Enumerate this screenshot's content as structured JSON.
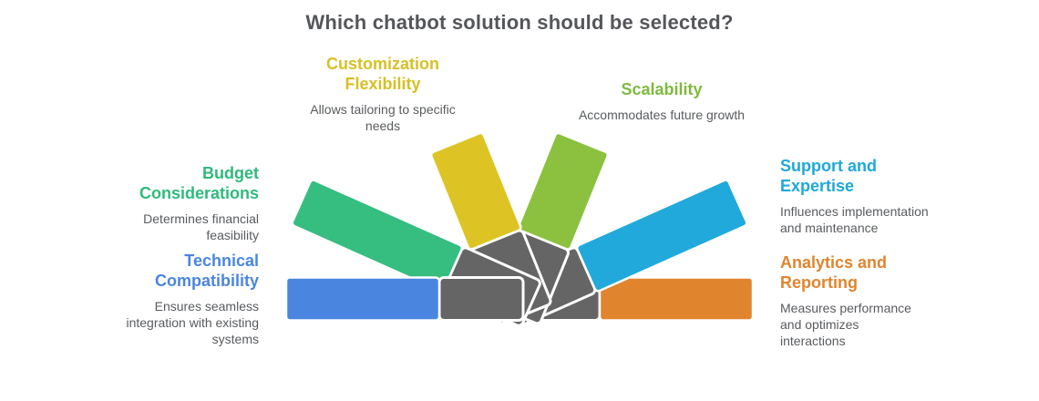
{
  "title": "Which chatbot solution should be selected?",
  "colors": {
    "hub": "#656565",
    "stroke": "#ffffff",
    "title": "#54565a",
    "body": "#595b5e"
  },
  "items": [
    {
      "id": "technical-compatibility",
      "label": "Technical Compatibility",
      "description": "Ensures seamless integration with existing systems",
      "color": "#4a86e0",
      "heading_color": "#4a86e0"
    },
    {
      "id": "budget-considerations",
      "label": "Budget Considerations",
      "description": "Determines financial feasibility",
      "color": "#36bd80",
      "heading_color": "#2eba7c"
    },
    {
      "id": "customization-flexibility",
      "label": "Customization Flexibility",
      "description": "Allows tailoring to specific needs",
      "color": "#ddc424",
      "heading_color": "#d8bf25"
    },
    {
      "id": "scalability",
      "label": "Scalability",
      "description": "Accommodates future growth",
      "color": "#8cc13f",
      "heading_color": "#7eba3d"
    },
    {
      "id": "support-and-expertise",
      "label": "Support and Expertise",
      "description": "Influences implementation and maintenance",
      "color": "#21a9dc",
      "heading_color": "#1fa8da"
    },
    {
      "id": "analytics-and-reporting",
      "label": "Analytics and Reporting",
      "description": "Measures performance and optimizes interactions",
      "color": "#e0842e",
      "heading_color": "#e0842e"
    }
  ]
}
